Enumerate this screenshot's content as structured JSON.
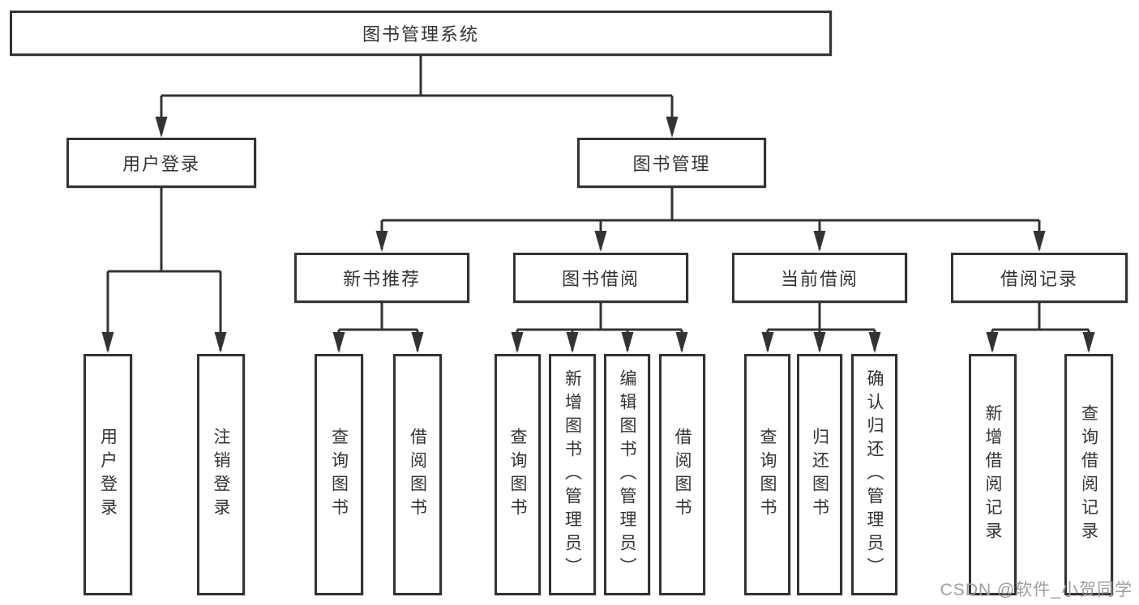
{
  "tree": {
    "root": {
      "label": "图书管理系统",
      "children": [
        {
          "label": "用户登录",
          "children": [
            {
              "label": "用户登录"
            },
            {
              "label": "注销登录"
            }
          ]
        },
        {
          "label": "图书管理",
          "children": [
            {
              "label": "新书推荐",
              "children": [
                {
                  "label": "查询图书"
                },
                {
                  "label": "借阅图书"
                }
              ]
            },
            {
              "label": "图书借阅",
              "children": [
                {
                  "label": "查询图书"
                },
                {
                  "label": "新增图书（管理员）"
                },
                {
                  "label": "编辑图书（管理员）"
                },
                {
                  "label": "借阅图书"
                }
              ]
            },
            {
              "label": "当前借阅",
              "children": [
                {
                  "label": "查询图书"
                },
                {
                  "label": "归还图书"
                },
                {
                  "label": "确认归还（管理员）"
                }
              ]
            },
            {
              "label": "借阅记录",
              "children": [
                {
                  "label": "新增借阅记录"
                },
                {
                  "label": "查询借阅记录"
                }
              ]
            }
          ]
        }
      ]
    }
  },
  "watermark": "CSDN @软件_小贺同学",
  "colors": {
    "line": "#333333",
    "text": "#333333",
    "box_fill": "#ffffff",
    "background": "#ffffff",
    "watermark": "#9e9e9e"
  }
}
